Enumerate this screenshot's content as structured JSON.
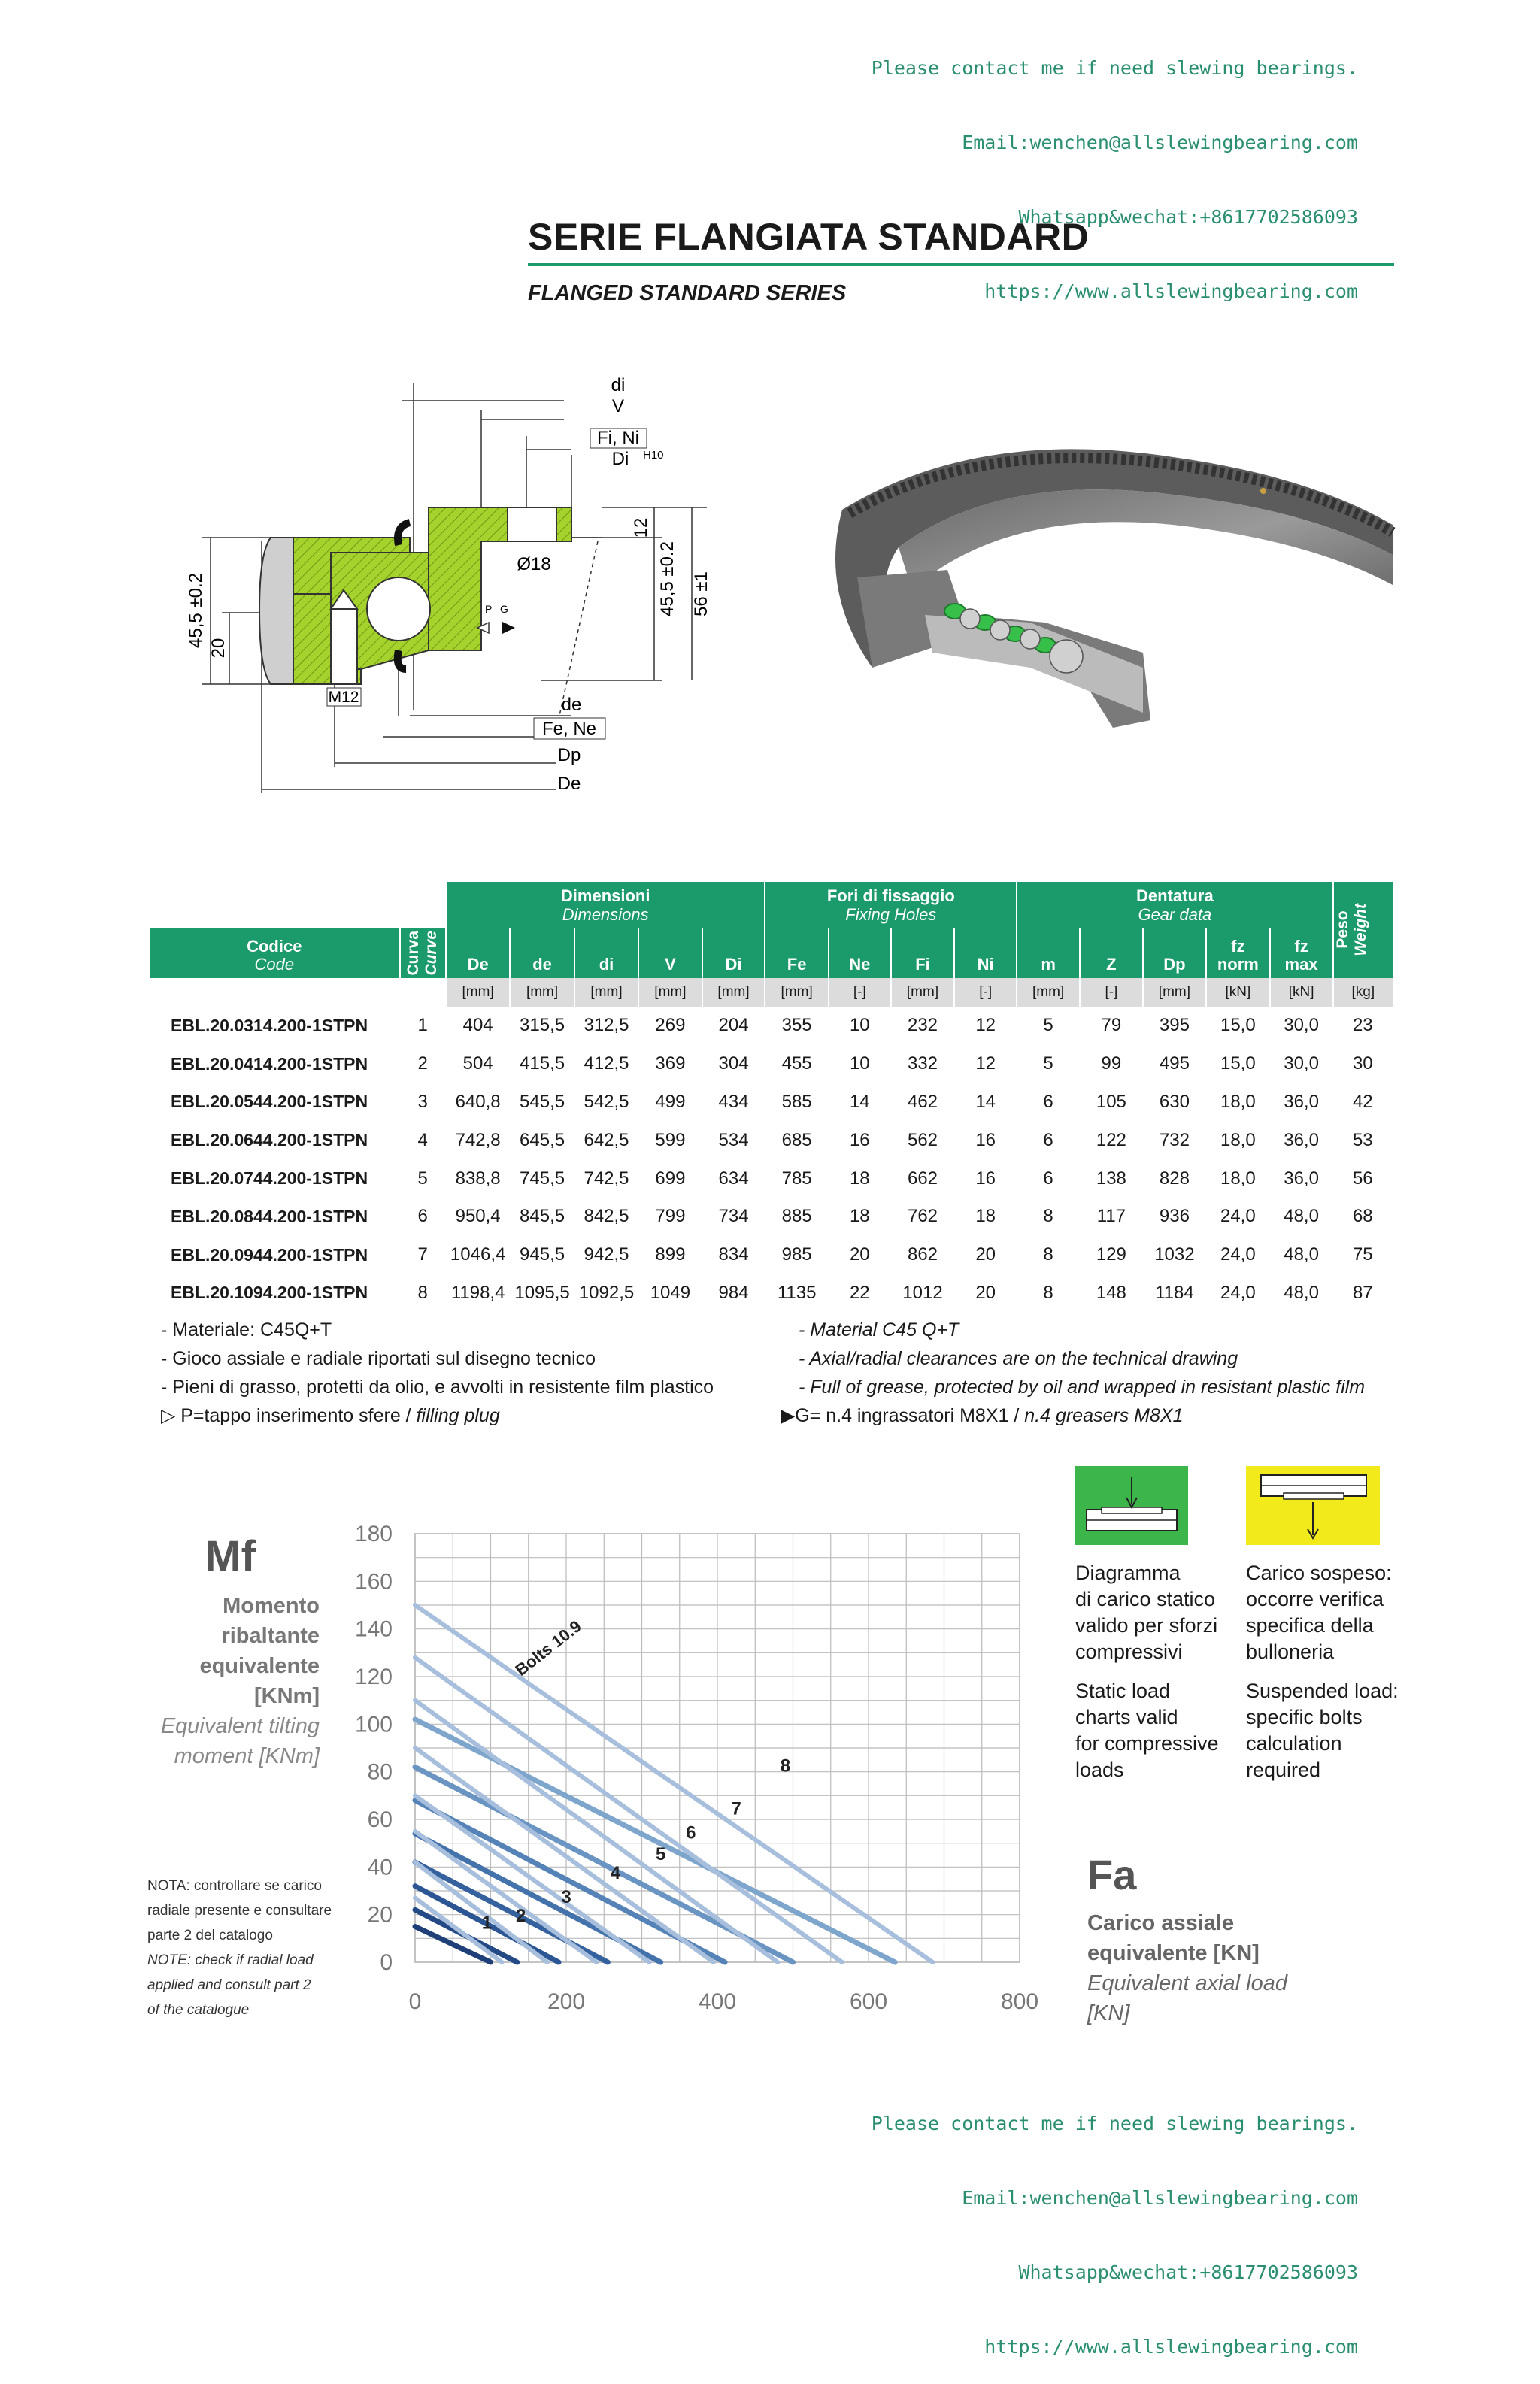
{
  "contact_top": {
    "line1": "Please contact me if need slewing bearings.",
    "line2": "Email:wenchen@allslewingbearing.com",
    "line3": "Whatsapp&wechat:+8617702586093",
    "line4": "https://www.allslewingbearing.com"
  },
  "contact_bottom": {
    "line1": "Please contact me if need slewing bearings.",
    "line2": "Email:wenchen@allslewingbearing.com",
    "line3": "Whatsapp&wechat:+8617702586093",
    "line4": "https://www.allslewingbearing.com"
  },
  "header": {
    "title": "SERIE FLANGIATA STANDARD",
    "subtitle": "FLANGED STANDARD SERIES"
  },
  "drawing": {
    "labels": {
      "di": "di",
      "v": "V",
      "fi_ni": "Fi, Ni",
      "di_h10": "Di",
      "h10": "H10",
      "d12": "12",
      "dim455": "45,5 ±0.2",
      "dim56": "56 ±1",
      "phi18": "Ø18",
      "p": "P",
      "g": "G",
      "left455": "45,5 ±0.2",
      "left20": "20",
      "m12": "M12",
      "de_small": "de",
      "fe_ne": "Fe, Ne",
      "dp": "Dp",
      "de_big": "De"
    }
  },
  "table": {
    "groups": {
      "code": "Codice",
      "code_en": "Code",
      "curve": "Curva",
      "curve_en": "Curve",
      "dims": "Dimensioni",
      "dims_en": "Dimensions",
      "holes": "Fori di fissaggio",
      "holes_en": "Fixing Holes",
      "gear": "Dentatura",
      "gear_en": "Gear data",
      "weight": "Peso",
      "weight_en": "Weight"
    },
    "columns": {
      "De": "De",
      "de": "de",
      "di": "di",
      "V": "V",
      "Di": "Di",
      "Fe": "Fe",
      "Ne": "Ne",
      "Fi": "Fi",
      "Ni": "Ni",
      "m": "m",
      "Z": "Z",
      "Dp": "Dp",
      "fz1a": "fz",
      "fz1b": "norm",
      "fz2a": "fz",
      "fz2b": "max"
    },
    "units": [
      "[mm]",
      "[mm]",
      "[mm]",
      "[mm]",
      "[mm]",
      "[mm]",
      "[-]",
      "[mm]",
      "[-]",
      "[mm]",
      "[-]",
      "[mm]",
      "[kN]",
      "[kN]",
      "[kg]"
    ],
    "rows": [
      [
        "EBL.20.0314.200-1STPN",
        "1",
        "404",
        "315,5",
        "312,5",
        "269",
        "204",
        "355",
        "10",
        "232",
        "12",
        "5",
        "79",
        "395",
        "15,0",
        "30,0",
        "23"
      ],
      [
        "EBL.20.0414.200-1STPN",
        "2",
        "504",
        "415,5",
        "412,5",
        "369",
        "304",
        "455",
        "10",
        "332",
        "12",
        "5",
        "99",
        "495",
        "15,0",
        "30,0",
        "30"
      ],
      [
        "EBL.20.0544.200-1STPN",
        "3",
        "640,8",
        "545,5",
        "542,5",
        "499",
        "434",
        "585",
        "14",
        "462",
        "14",
        "6",
        "105",
        "630",
        "18,0",
        "36,0",
        "42"
      ],
      [
        "EBL.20.0644.200-1STPN",
        "4",
        "742,8",
        "645,5",
        "642,5",
        "599",
        "534",
        "685",
        "16",
        "562",
        "16",
        "6",
        "122",
        "732",
        "18,0",
        "36,0",
        "53"
      ],
      [
        "EBL.20.0744.200-1STPN",
        "5",
        "838,8",
        "745,5",
        "742,5",
        "699",
        "634",
        "785",
        "18",
        "662",
        "16",
        "6",
        "138",
        "828",
        "18,0",
        "36,0",
        "56"
      ],
      [
        "EBL.20.0844.200-1STPN",
        "6",
        "950,4",
        "845,5",
        "842,5",
        "799",
        "734",
        "885",
        "18",
        "762",
        "18",
        "8",
        "117",
        "936",
        "24,0",
        "48,0",
        "68"
      ],
      [
        "EBL.20.0944.200-1STPN",
        "7",
        "1046,4",
        "945,5",
        "942,5",
        "899",
        "834",
        "985",
        "20",
        "862",
        "20",
        "8",
        "129",
        "1032",
        "24,0",
        "48,0",
        "75"
      ],
      [
        "EBL.20.1094.200-1STPN",
        "8",
        "1198,4",
        "1095,5",
        "1092,5",
        "1049",
        "984",
        "1135",
        "22",
        "1012",
        "20",
        "8",
        "148",
        "1184",
        "24,0",
        "48,0",
        "87"
      ]
    ]
  },
  "notes": {
    "it1": "- Materiale: C45Q+T",
    "it2": "- Gioco assiale e radiale riportati sul disegno tecnico",
    "it3": "- Pieni di grasso, protetti da olio, e avvolti in resistente film plastico",
    "it4a": "P=tappo  inserimento sfere / ",
    "it4b": "filling plug",
    "en1": "- Material C45 Q+T",
    "en2": "- Axial/radial clearances are on the technical drawing",
    "en3": "- Full of grease, protected by oil and wrapped in resistant plastic film",
    "en4a": "G= n.4 ingrassatori M8X1 / ",
    "en4b": "n.4 greasers M8X1"
  },
  "chart_meta": {
    "mf": "Mf",
    "mf_it1": "Momento",
    "mf_it2": "ribaltante",
    "mf_it3": "equivalente",
    "mf_unit": "[KNm]",
    "mf_en1": "Equivalent tilting",
    "mf_en2": "moment [KNm]",
    "fa": "Fa",
    "fa_it1": "Carico assiale",
    "fa_it2": "equivalente [KN]",
    "fa_en1": "Equivalent axial load",
    "fa_en2": "[KN]",
    "bolts": "Bolts 10.9",
    "nota1": "NOTA: controllare se carico",
    "nota2": "radiale presente e consultare",
    "nota3": "parte 2 del catalogo",
    "nota4": "NOTE: check if radial load",
    "nota5": "applied and consult part 2",
    "nota6": "of the catalogue"
  },
  "legend": {
    "green_it": [
      "Diagramma",
      "di carico statico",
      "valido per sforzi",
      "compressivi"
    ],
    "green_en": [
      "Static load",
      "charts valid",
      "for compressive",
      "loads"
    ],
    "yellow_it": [
      "Carico sospeso:",
      "occorre verifica",
      "specifica della",
      "bulloneria"
    ],
    "yellow_en": [
      "Suspended load:",
      "specific bolts",
      "calculation",
      "required"
    ],
    "green_color": "#3cb54a",
    "yellow_color": "#f2ea1a"
  },
  "chart_data": {
    "type": "line",
    "xlabel": "Fa",
    "ylabel": "Mf",
    "xlim": [
      0,
      800
    ],
    "ylim": [
      0,
      180
    ],
    "xticks": [
      0,
      200,
      400,
      600,
      800
    ],
    "yticks": [
      0,
      20,
      40,
      60,
      80,
      100,
      120,
      140,
      160,
      180
    ],
    "grid": true,
    "series": [
      {
        "name": "1",
        "type": "load",
        "points": [
          [
            0,
            15
          ],
          [
            100,
            0
          ]
        ]
      },
      {
        "name": "2",
        "type": "load",
        "points": [
          [
            0,
            22
          ],
          [
            135,
            0
          ]
        ]
      },
      {
        "name": "3",
        "type": "load",
        "points": [
          [
            0,
            32
          ],
          [
            190,
            0
          ]
        ]
      },
      {
        "name": "4",
        "type": "load",
        "points": [
          [
            0,
            42
          ],
          [
            255,
            0
          ]
        ]
      },
      {
        "name": "5",
        "type": "load",
        "points": [
          [
            0,
            54
          ],
          [
            325,
            0
          ]
        ]
      },
      {
        "name": "6",
        "type": "load",
        "points": [
          [
            0,
            68
          ],
          [
            410,
            0
          ]
        ]
      },
      {
        "name": "7",
        "type": "load",
        "points": [
          [
            0,
            82
          ],
          [
            500,
            0
          ]
        ]
      },
      {
        "name": "8",
        "type": "load",
        "points": [
          [
            0,
            102
          ],
          [
            635,
            0
          ]
        ]
      },
      {
        "name": "1",
        "type": "bolts",
        "points": [
          [
            0,
            27
          ],
          [
            115,
            0
          ]
        ]
      },
      {
        "name": "2",
        "type": "bolts",
        "points": [
          [
            0,
            42
          ],
          [
            175,
            0
          ]
        ]
      },
      {
        "name": "3",
        "type": "bolts",
        "points": [
          [
            0,
            55
          ],
          [
            240,
            0
          ]
        ]
      },
      {
        "name": "4",
        "type": "bolts",
        "points": [
          [
            0,
            70
          ],
          [
            310,
            0
          ]
        ]
      },
      {
        "name": "5",
        "type": "bolts",
        "points": [
          [
            0,
            90
          ],
          [
            395,
            0
          ]
        ]
      },
      {
        "name": "6",
        "type": "bolts",
        "points": [
          [
            0,
            110
          ],
          [
            480,
            0
          ]
        ]
      },
      {
        "name": "7",
        "type": "bolts",
        "points": [
          [
            0,
            128
          ],
          [
            565,
            0
          ]
        ]
      },
      {
        "name": "8",
        "type": "bolts",
        "points": [
          [
            0,
            150
          ],
          [
            685,
            0
          ]
        ]
      }
    ],
    "curve_labels": [
      {
        "label": "1",
        "x": 95,
        "y": 14
      },
      {
        "label": "2",
        "x": 140,
        "y": 17
      },
      {
        "label": "3",
        "x": 200,
        "y": 25
      },
      {
        "label": "4",
        "x": 265,
        "y": 35
      },
      {
        "label": "5",
        "x": 325,
        "y": 43
      },
      {
        "label": "6",
        "x": 365,
        "y": 52
      },
      {
        "label": "7",
        "x": 425,
        "y": 62
      },
      {
        "label": "8",
        "x": 490,
        "y": 80
      }
    ]
  }
}
